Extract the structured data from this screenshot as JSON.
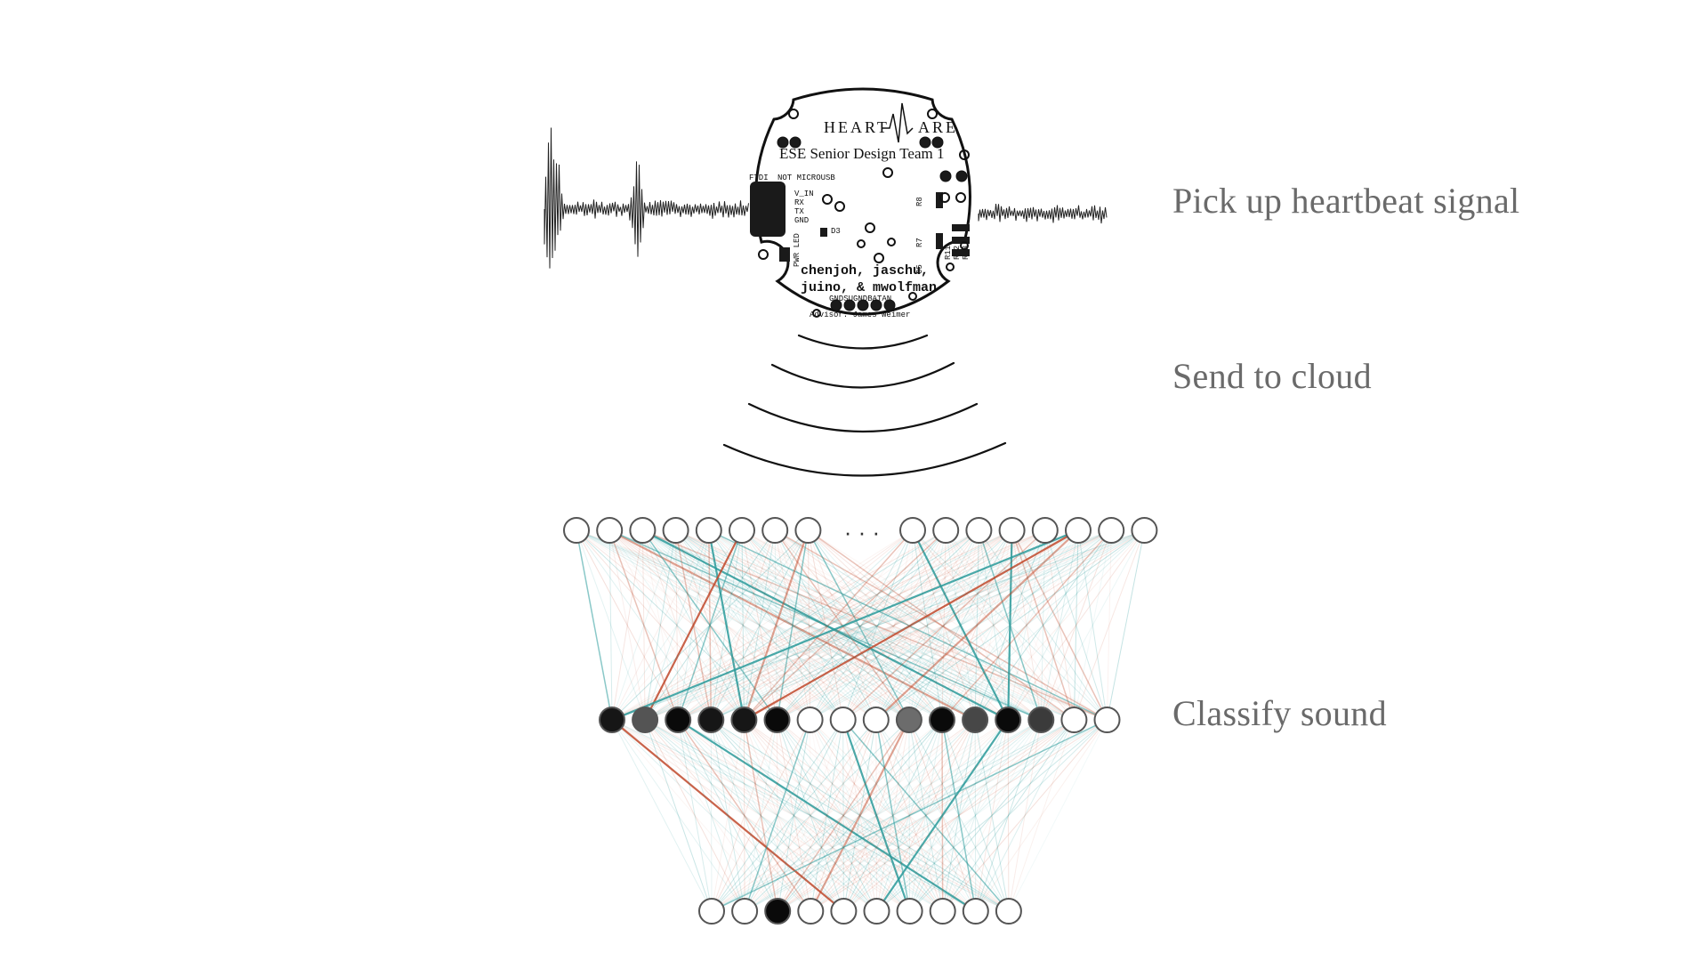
{
  "steps": [
    {
      "id": "pickup",
      "label": "Pick up heartbeat signal"
    },
    {
      "id": "cloud",
      "label": "Send to cloud"
    },
    {
      "id": "classify",
      "label": "Classify sound"
    }
  ],
  "device": {
    "brand_left": "HEART",
    "brand_right": "ARE",
    "team": "ESE Senior Design Team 1",
    "pins": [
      "FTDI",
      "NOT MICROUSB",
      "V_IN",
      "RX",
      "TX",
      "GND",
      "D3",
      "PWR LED",
      "R8",
      "R7",
      "R11",
      "R12",
      "R13",
      "C5",
      "GNDSUGNDBATAN"
    ],
    "names_line1": "chenjoh, jaschu,",
    "names_line2": "juino, & mwolfman",
    "advisor": "Advisor: James Weimer"
  },
  "network": {
    "layers": [
      {
        "name": "input",
        "activations": [
          0,
          0,
          0,
          0,
          0,
          0,
          0,
          0,
          0,
          0,
          0,
          0,
          0,
          0,
          0,
          0
        ],
        "ellipsis": "· · ·",
        "ellipsis_after": 8
      },
      {
        "name": "hidden",
        "activations": [
          0.95,
          0.7,
          1,
          0.95,
          0.95,
          1,
          0,
          0,
          0,
          0.6,
          1,
          0.75,
          1,
          0.8,
          0,
          0
        ]
      },
      {
        "name": "output",
        "activations": [
          0,
          0,
          1,
          0,
          0,
          0,
          0,
          0,
          0,
          0
        ]
      }
    ],
    "colors": {
      "positive": "#2a9a9a",
      "negative": "#c0482a",
      "node_stroke": "#555555"
    }
  }
}
